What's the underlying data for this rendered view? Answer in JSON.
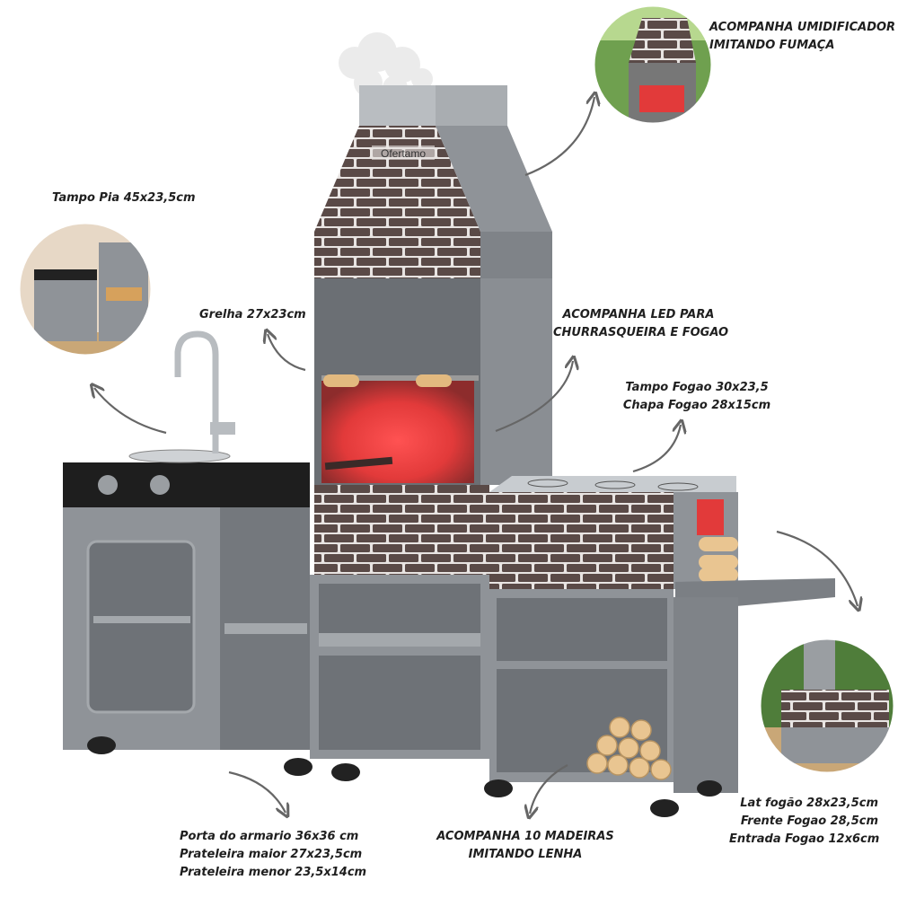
{
  "brand": "Ofertamo",
  "annotations": {
    "humidifier": [
      "ACOMPANHA UMIDIFICADOR",
      "IMITANDO FUMAÇA"
    ],
    "sink_top": [
      "Tampo Pia 45x23,5cm"
    ],
    "grill": [
      "Grelha 27x23cm"
    ],
    "led": [
      "ACOMPANHA LED PARA",
      "CHURRASQUEIRA E FOGAO"
    ],
    "stove_top": [
      "Tampo Fogao 30x23,5",
      "Chapa Fogao 28x15cm"
    ],
    "cabinet": [
      "Porta do armario 36x36 cm",
      "Prateleira maior 27x23,5cm",
      "Prateleira menor 23,5x14cm"
    ],
    "firewood": [
      "ACOMPANHA 10 MADEIRAS",
      "IMITANDO LENHA"
    ],
    "stove_side": [
      "Lat fogão 28x23,5cm",
      "Frente Fogao 28,5cm",
      "Entrada Fogao 12x6cm"
    ]
  },
  "colors": {
    "body_gray": "#8f9398",
    "dark_gray": "#6e7277",
    "brick": "#5a4a47",
    "mortar": "#e8e4e2",
    "counter_black": "#1e1e1e",
    "glow_red": "#e23a3a",
    "wood": "#e9c591"
  }
}
